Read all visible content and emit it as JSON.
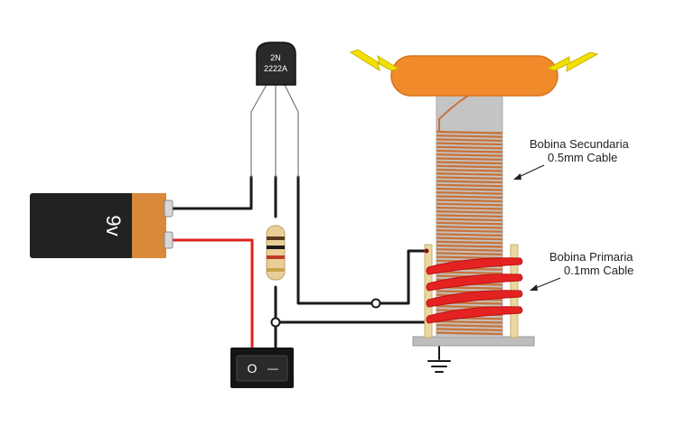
{
  "transistor": {
    "label_line1": "2N",
    "label_line2": "2222A"
  },
  "battery": {
    "label": "9v"
  },
  "labels": {
    "secondary_title": "Bobina Secundaria",
    "secondary_sub": "0.5mm Cable",
    "primary_title": "Bobina Primaria",
    "primary_sub": "0.1mm Cable"
  },
  "switch": {
    "on_symbol": "—",
    "off_symbol": "O"
  },
  "colors": {
    "wire_black": "#1a1a1a",
    "wire_red": "#e02020",
    "copper": "#c8743c",
    "topload": "#f08a2a",
    "spark": "#f4e000",
    "primary_coil": "#e52222",
    "battery_body": "#222222",
    "battery_label": "#d8893a"
  },
  "icons": [
    "spark-icon",
    "ground-icon",
    "arrow-icon"
  ]
}
